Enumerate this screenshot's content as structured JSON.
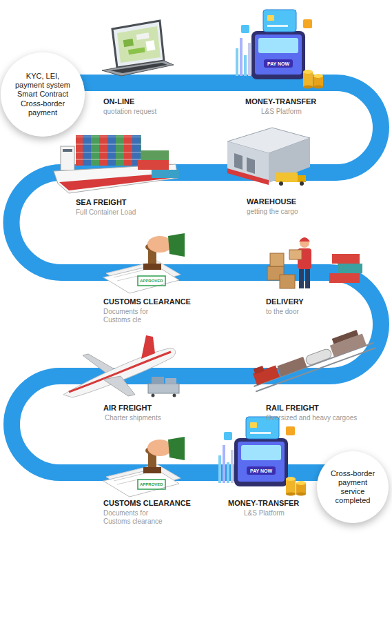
{
  "diagram": {
    "nodes": [
      {
        "text": [
          "KYC, LEI, payment system Smart Contract Cross-border payment"
        ]
      },
      {
        "text": [
          "Cross-border payment service completed"
        ]
      }
    ],
    "labels": [
      "ON-LINE",
      "quotation request",
      "PAY NOW",
      "MONEY-TRANSFER",
      "L&S Platform",
      "SEA FREIGHT",
      "Full Container Load",
      "WAREHOUSE",
      "getting the cargo",
      "APPROVED",
      "CUSTOMS CLEARANCE",
      "Documents for Customs cle",
      "DELIVERY",
      "to the door",
      "AIR FREIGHT",
      "Charter shipments",
      "RAIL FREIGHT",
      "Oversized and heavy cargoes",
      "APPROVED",
      "CUSTOMS CLEARANCE",
      "Documents for Customs clearance",
      "PAY NOW",
      "MONEY-TRANSFER",
      "L&S Platform"
    ]
  }
}
